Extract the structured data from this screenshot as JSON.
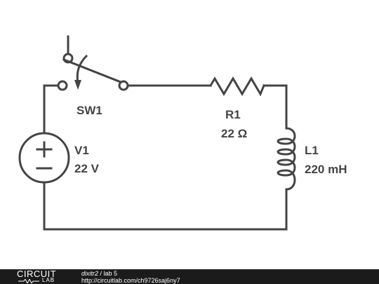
{
  "diagram": {
    "switch": {
      "name": "SW1"
    },
    "voltage_source": {
      "name": "V1",
      "value": "22 V"
    },
    "resistor": {
      "name": "R1",
      "value": "22 Ω"
    },
    "inductor": {
      "name": "L1",
      "value": "220 mH"
    }
  },
  "footer": {
    "logo_top": "CIRCUIT",
    "logo_bottom": "LAB",
    "user": "dixitr2",
    "separator": " / ",
    "project": "lab 5",
    "url": "http://circuitlab.com/ch9726saj6ny7"
  }
}
